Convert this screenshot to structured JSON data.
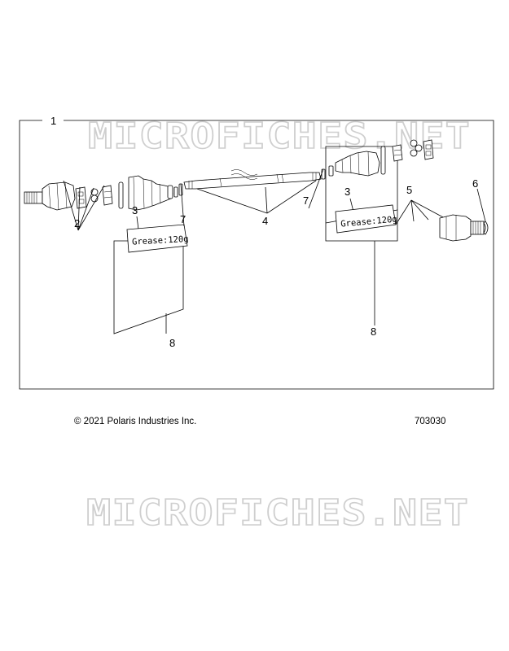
{
  "watermark": "MICROFICHES.NET",
  "callouts": {
    "c1": "1",
    "c2": "2",
    "c3_left": "3",
    "c3_right": "3",
    "c4": "4",
    "c5": "5",
    "c6": "6",
    "c7_left": "7",
    "c7_right": "7",
    "c8_left": "8",
    "c8_right": "8"
  },
  "grease_label": {
    "left": "Grease:120g",
    "right": "Grease:120g"
  },
  "footer": {
    "copyright": "© 2021 Polaris Industries Inc.",
    "drawing_number": "703030"
  }
}
